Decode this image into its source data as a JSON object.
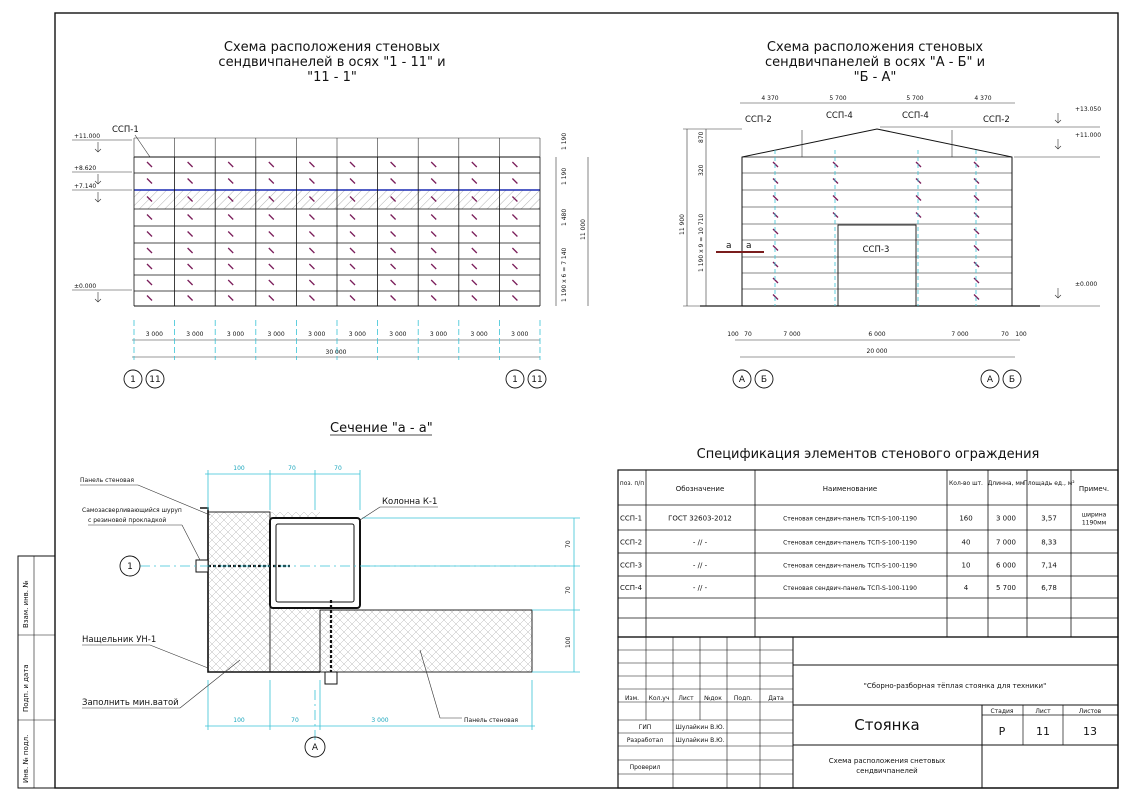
{
  "title_left": [
    "Схема расположения стеновых",
    "сендвичпанелей в осях \"1 - 11\" и",
    "\"11 - 1\""
  ],
  "title_right": [
    "Схема расположения стеновых",
    "сендвичпанелей в осях \"А - Б\" и",
    "\"Б - А\""
  ],
  "section_title": "Сечение \"а - а\"",
  "spec_title": "Спецификация элементов стенового ограждения",
  "left_view": {
    "panel_label": "ССП-1",
    "levels": [
      "+11.000",
      "+8.620",
      "+7.140",
      "±0.000"
    ],
    "bay_dims": [
      "3 000",
      "3 000",
      "3 000",
      "3 000",
      "3 000",
      "3 000",
      "3 000",
      "3 000",
      "3 000",
      "3 000"
    ],
    "total": "30 000",
    "right_dims": [
      "1 190",
      "1 190",
      "1 480",
      "1 190 х 6 = 7 140",
      "11 000"
    ],
    "axes_left": [
      "1",
      "11"
    ],
    "axes_right": [
      "1",
      "11"
    ]
  },
  "right_view": {
    "top_dims": [
      "4 370",
      "5 700",
      "5 700",
      "4 370"
    ],
    "panel_labels": [
      "ССП-2",
      "ССП-4",
      "ССП-4",
      "ССП-2",
      "ССП-3"
    ],
    "levels": [
      "+13.050",
      "+11.000",
      "±0.000"
    ],
    "left_dims": [
      "11 900",
      "1 190 х 9 = 10 710",
      "320",
      "870"
    ],
    "bottom_dims": [
      "100",
      "70",
      "7 000",
      "6 000",
      "7 000",
      "70",
      "100"
    ],
    "total": "20 000",
    "cut_mark": [
      "а",
      "а"
    ],
    "axes_left": [
      "А",
      "Б"
    ],
    "axes_right": [
      "А",
      "Б"
    ]
  },
  "section": {
    "labels": [
      "Панель стеновая",
      "Самозасверливающийся шуруп",
      "с резиновой прокладкой",
      "Колонна К-1",
      "Нащельник УН-1",
      "Заполнить мин.ватой",
      "Панель стеновая"
    ],
    "top_dims": [
      "100",
      "70",
      "70"
    ],
    "bottom_dims": [
      "100",
      "70",
      "3 000"
    ],
    "right_dims": [
      "70",
      "70",
      "100"
    ],
    "axis": "1",
    "axis_bottom": "А"
  },
  "spec_table": {
    "headers": [
      "поз. п/п",
      "Обозначение",
      "Наименование",
      "Кол-во шт.",
      "Длинна, мм",
      "Площадь ед., м²",
      "Примеч."
    ],
    "rows": [
      [
        "ССП-1",
        "ГОСТ 32603-2012",
        "Стеновая сендвич-панель ТСП-S-100-1190",
        "160",
        "3 000",
        "3,57",
        "ширина 1190мм"
      ],
      [
        "ССП-2",
        "- // -",
        "Стеновая сендвич-панель ТСП-S-100-1190",
        "40",
        "7 000",
        "8,33",
        ""
      ],
      [
        "ССП-3",
        "- // -",
        "Стеновая сендвич-панель ТСП-S-100-1190",
        "10",
        "6 000",
        "7,14",
        ""
      ],
      [
        "ССП-4",
        "- // -",
        "Стеновая сендвич-панель ТСП-S-100-1190",
        "4",
        "5 700",
        "6,78",
        ""
      ]
    ]
  },
  "stamp": {
    "project": "\"Сборно-разборная тёплая стоянка для техники\"",
    "object": "Стоянка",
    "sheet_title": [
      "Схема расположения снетовых",
      "сендвичпанелей"
    ],
    "col_heads": [
      "Изм.",
      "Кол.уч",
      "Лист",
      "№док",
      "Подп.",
      "Дата"
    ],
    "people": [
      [
        "ГИП",
        "Шулайкин В.Ю."
      ],
      [
        "Разработал",
        "Шулайкин В.Ю."
      ],
      [
        "",
        ""
      ],
      [
        "Проверил",
        ""
      ]
    ],
    "stage_heads": [
      "Стадия",
      "Лист",
      "Листов"
    ],
    "stage_vals": [
      "Р",
      "11",
      "13"
    ]
  },
  "side_stamp": [
    "Инв. № подл.",
    "Подп. и дата",
    "Взам. инв. №"
  ]
}
